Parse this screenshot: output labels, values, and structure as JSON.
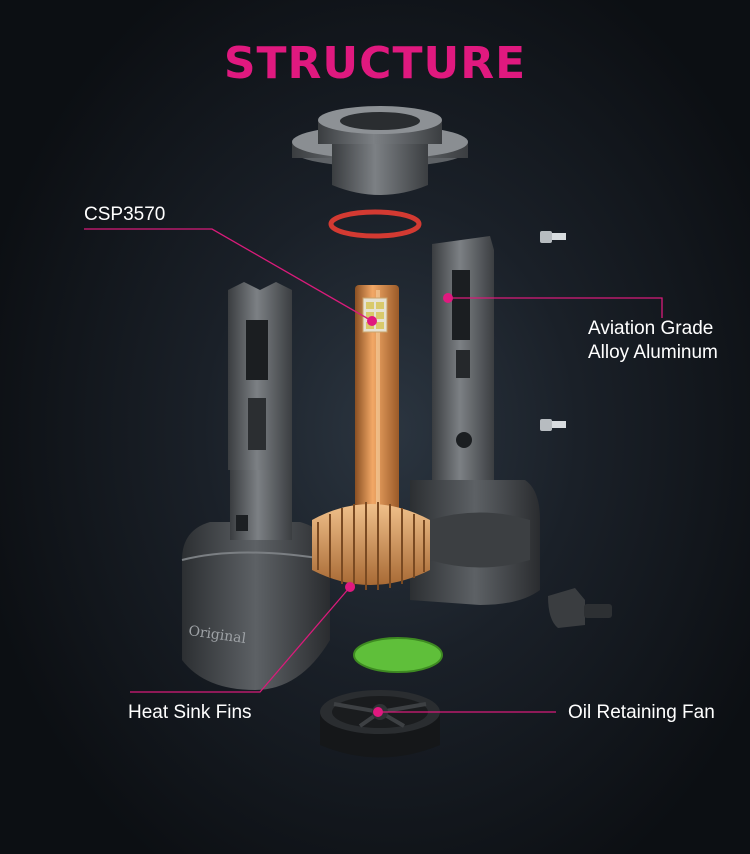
{
  "title": "STRUCTURE",
  "colors": {
    "title": "#e0197f",
    "leader": "#d81b7a",
    "background": "#12171c",
    "heatsink": "#c7834a"
  },
  "callouts": {
    "csp": "CSP3570",
    "aviation_line1": "Aviation Grade",
    "aviation_line2": "Alloy Aluminum",
    "heatsink": "Heat Sink Fins",
    "fan": "Oil Retaining Fan"
  },
  "housing_stamp": "Original"
}
